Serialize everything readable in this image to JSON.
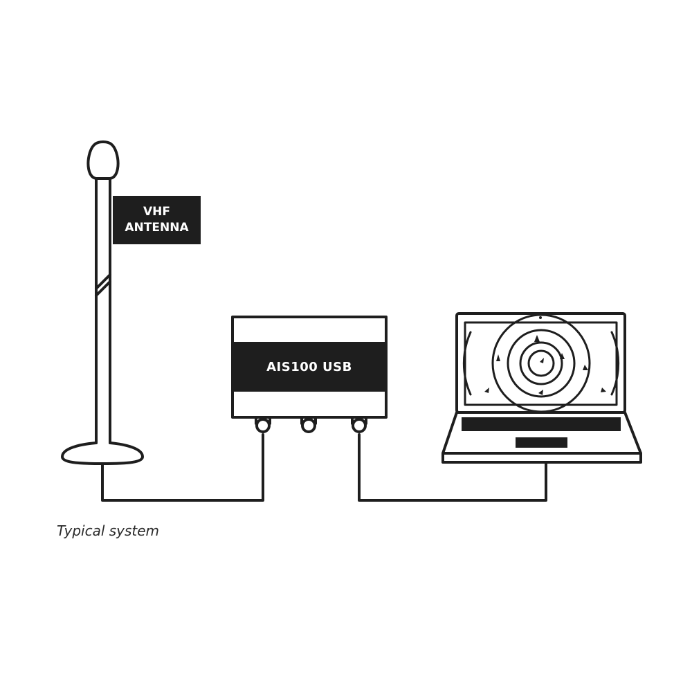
{
  "antenna": {
    "label_line1": "VHF",
    "label_line2": "ANTENNA"
  },
  "device": {
    "label": "AIS100 USB"
  },
  "caption": "Typical system",
  "colors": {
    "ink": "#1e1e1e",
    "background": "#ffffff"
  }
}
